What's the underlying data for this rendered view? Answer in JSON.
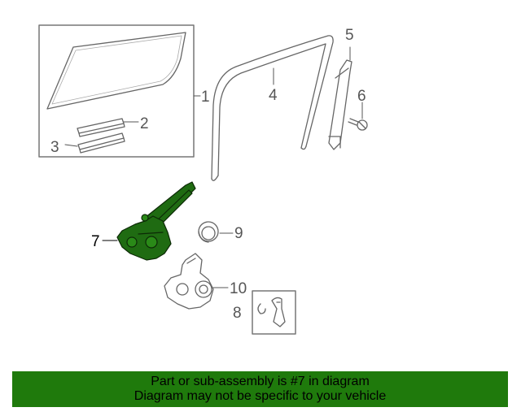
{
  "diagram": {
    "callouts": [
      "1",
      "2",
      "3",
      "4",
      "5",
      "6",
      "7",
      "8",
      "9",
      "10"
    ],
    "highlighted_part": "7",
    "highlight_color": "#1f6b12"
  },
  "banner": {
    "line1": "Part or sub-assembly is #7 in diagram",
    "line2": "Diagram may not be specific to your vehicle",
    "background": "#1f7a0c"
  }
}
